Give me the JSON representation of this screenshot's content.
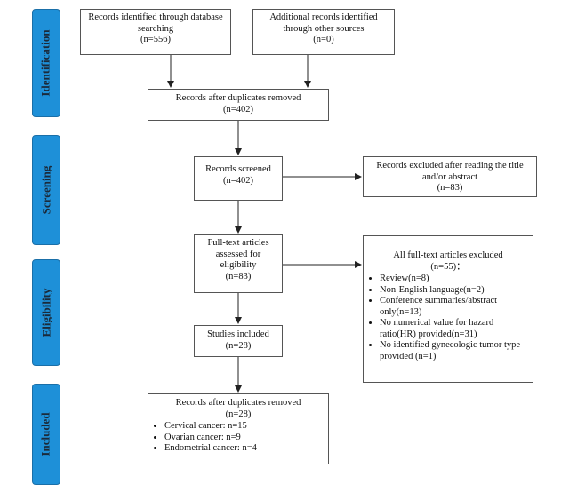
{
  "stages": [
    {
      "id": "identification",
      "label": "Identification"
    },
    {
      "id": "screening",
      "label": "Screening"
    },
    {
      "id": "eligibility",
      "label": "Eligibility"
    },
    {
      "id": "included",
      "label": "Included"
    }
  ],
  "boxes": {
    "database": {
      "line1": "Records identified through database",
      "line2": "searching",
      "line3": "(n=556)"
    },
    "other_sources": {
      "line1": "Additional records identified",
      "line2": "through other sources",
      "line3": "(n=0)"
    },
    "duplicates_removed": {
      "line1": "Records after duplicates removed",
      "line2": "(n=402)"
    },
    "screened": {
      "line1": "Records screened",
      "line2": "(n=402)"
    },
    "excluded_title": {
      "line1": "Records excluded after reading the title",
      "line2": "and/or abstract",
      "line3": "(n=83)"
    },
    "full_text": {
      "line1": "Full-text articles",
      "line2": "assessed for",
      "line3": "eligibility",
      "line4": "(n=83)"
    },
    "full_text_excluded": {
      "line1": "All full-text articles excluded",
      "line2": "(n=55)：",
      "items": [
        "Review(n=8)",
        "Non-English language(n=2)",
        "Conference summaries/abstract only(n=13)",
        "No numerical value for hazard ratio(HR) provided(n=31)",
        "No identified gynecologic tumor type provided (n=1)"
      ]
    },
    "studies_included": {
      "line1": "Studies included",
      "line2": "(n=28)"
    },
    "final": {
      "line1": "Records after duplicates removed",
      "line2": "(n=28)",
      "items": [
        "Cervical cancer: n=15",
        "Ovarian cancer: n=9",
        "Endometrial cancer: n=4"
      ]
    }
  }
}
